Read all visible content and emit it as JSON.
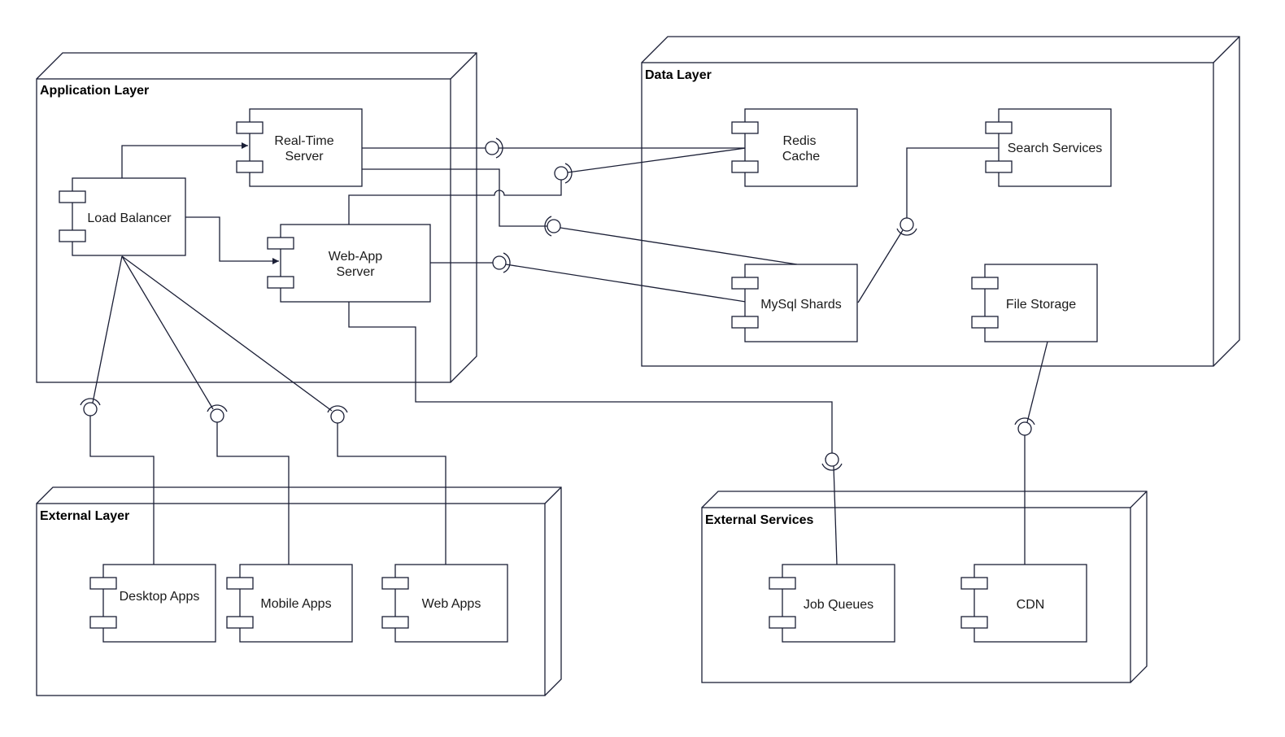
{
  "nodes": {
    "application": {
      "title": "Application Layer"
    },
    "data": {
      "title": "Data Layer"
    },
    "external": {
      "title": "External Layer"
    },
    "services": {
      "title": "External Services"
    }
  },
  "components": {
    "realtime": {
      "line1": "Real-Time",
      "line2": "Server"
    },
    "loadbalancer": {
      "label": "Load Balancer"
    },
    "webapp": {
      "line1": "Web-App",
      "line2": "Server"
    },
    "redis": {
      "line1": "Redis",
      "line2": "Cache"
    },
    "search": {
      "label": "Search Services"
    },
    "mysql": {
      "label": "MySql Shards"
    },
    "filestorage": {
      "label": "File Storage"
    },
    "desktop": {
      "label": "Desktop Apps"
    },
    "mobile": {
      "label": "Mobile Apps"
    },
    "webapps": {
      "label": "Web Apps"
    },
    "jobqueues": {
      "label": "Job Queues"
    },
    "cdn": {
      "label": "CDN"
    }
  },
  "colors": {
    "stroke": "#1b1f36",
    "background": "#ffffff"
  }
}
